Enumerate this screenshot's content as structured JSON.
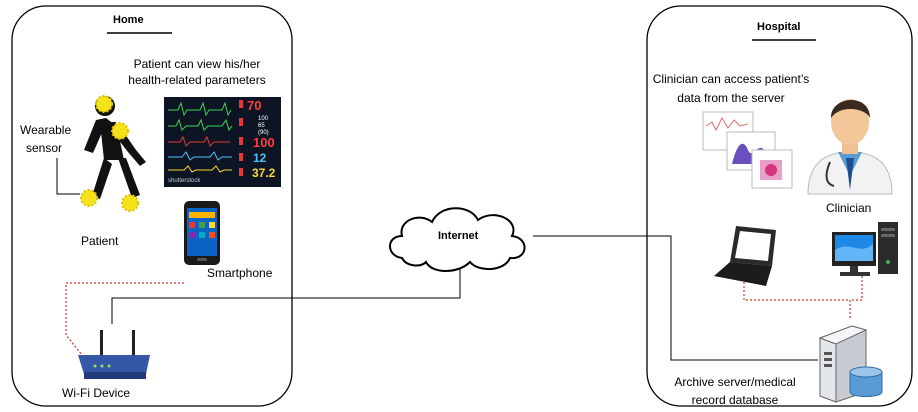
{
  "home": {
    "title": "Home",
    "patient_view_line1": "Patient can view his/her",
    "patient_view_line2": "health-related parameters",
    "wearable_line1": "Wearable",
    "wearable_line2": "sensor",
    "patient": "Patient",
    "smartphone": "Smartphone",
    "wifi": "Wi-Fi Device"
  },
  "monitor": {
    "values": [
      "70",
      "100\n65\n(90)",
      "100",
      "12",
      "37.2"
    ],
    "brand": "shutterstock"
  },
  "internet": {
    "label": "Internet"
  },
  "hospital": {
    "title": "Hospital",
    "clinician_access_line1": "Clinician can access patient’s",
    "clinician_access_line2": "data from the server",
    "clinician": "Clinician",
    "archive_line1": "Archive server/medical",
    "archive_line2": "record database"
  },
  "colors": {
    "sensor": "#f5e21a",
    "dotted_link": "#d9342b",
    "wifi_body": "#3457a6",
    "monitor_bg": "#0d1524"
  }
}
